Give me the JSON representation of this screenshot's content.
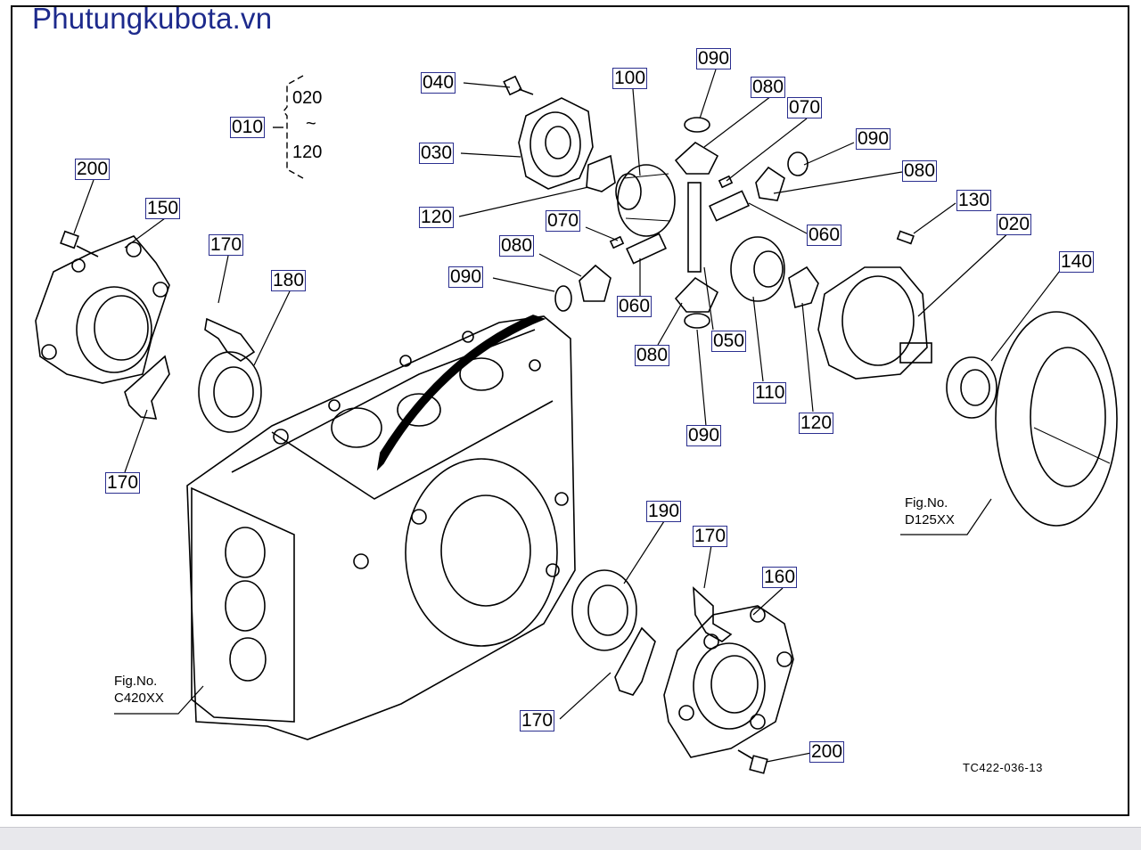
{
  "watermark": "Phutungkubota.vn",
  "drawing_code": "TC422-036-13",
  "range_note": {
    "start": "010",
    "top": "020",
    "tilde": "~",
    "bottom": "120"
  },
  "fig_refs": {
    "c420": {
      "line1": "Fig.No.",
      "line2": "C420XX"
    },
    "d125": {
      "line1": "Fig.No.",
      "line2": "D125XX"
    }
  },
  "callouts": {
    "p040": "040",
    "p030": "030",
    "p120a": "120",
    "p100": "100",
    "p090a": "090",
    "p080a": "080",
    "p070a": "070",
    "p090b": "090",
    "p080b": "080",
    "p060a": "060",
    "p130": "130",
    "p020": "020",
    "p140": "140",
    "p070b": "070",
    "p080c": "080",
    "p090c": "090",
    "p060b": "060",
    "p080d": "080",
    "p050": "050",
    "p110": "110",
    "p120b": "120",
    "p090d": "090",
    "p200a": "200",
    "p150": "150",
    "p170a": "170",
    "p180": "180",
    "p170b": "170",
    "p190": "190",
    "p170c": "170",
    "p160": "160",
    "p170d": "170",
    "p200b": "200"
  }
}
